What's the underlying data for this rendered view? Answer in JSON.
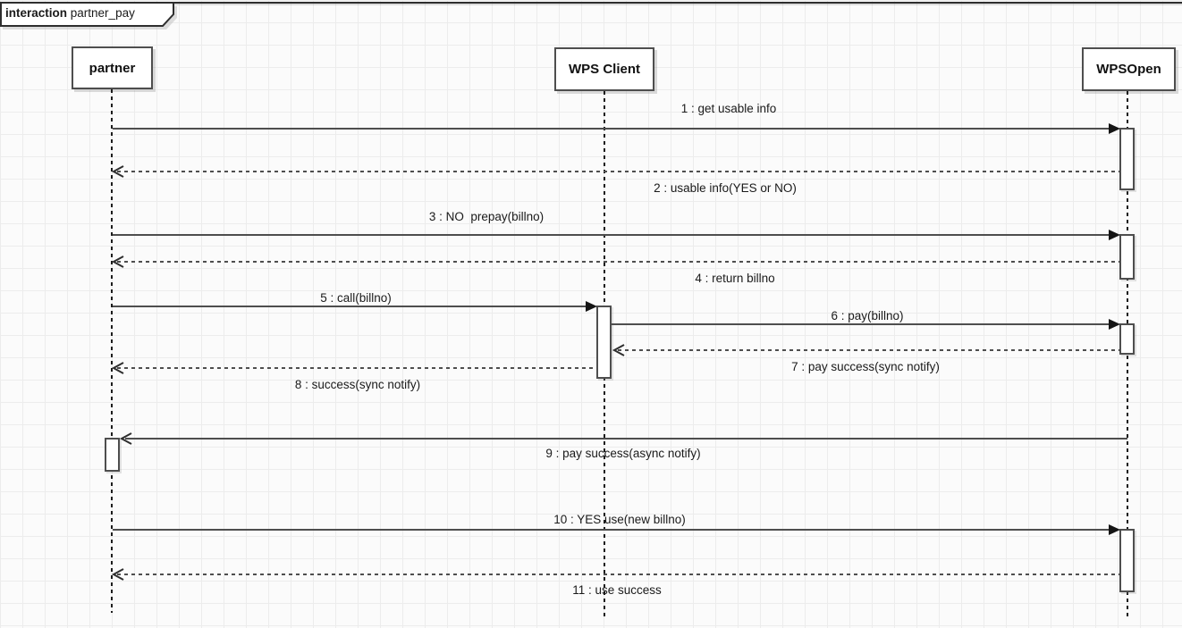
{
  "frame": {
    "keyword": "interaction",
    "name": "partner_pay"
  },
  "lifelines": [
    {
      "name": "partner"
    },
    {
      "name": "WPS Client"
    },
    {
      "name": "WPSOpen"
    }
  ],
  "messages": [
    {
      "label": "1 : get usable info",
      "from": "partner",
      "to": "WPSOpen",
      "type": "sync-call",
      "line": "solid",
      "arrow": "filled"
    },
    {
      "label": "2 : usable info(YES or NO)",
      "from": "WPSOpen",
      "to": "partner",
      "type": "return",
      "line": "dashed",
      "arrow": "open"
    },
    {
      "label": "3 : NO  prepay(billno)",
      "from": "partner",
      "to": "WPSOpen",
      "type": "sync-call",
      "line": "solid",
      "arrow": "filled"
    },
    {
      "label": "4 : return billno",
      "from": "WPSOpen",
      "to": "partner",
      "type": "return",
      "line": "dashed",
      "arrow": "open"
    },
    {
      "label": "5 : call(billno)",
      "from": "partner",
      "to": "WPS Client",
      "type": "sync-call",
      "line": "solid",
      "arrow": "filled"
    },
    {
      "label": "6 : pay(billno)",
      "from": "WPS Client",
      "to": "WPSOpen",
      "type": "sync-call",
      "line": "solid",
      "arrow": "filled"
    },
    {
      "label": "7 : pay success(sync notify)",
      "from": "WPSOpen",
      "to": "WPS Client",
      "type": "return",
      "line": "dashed",
      "arrow": "open"
    },
    {
      "label": "8 : success(sync notify)",
      "from": "WPS Client",
      "to": "partner",
      "type": "return",
      "line": "dashed",
      "arrow": "open"
    },
    {
      "label": "9 : pay success(async notify)",
      "from": "WPSOpen",
      "to": "partner",
      "type": "async-call",
      "line": "solid",
      "arrow": "open"
    },
    {
      "label": "10 : YES use(new billno)",
      "from": "partner",
      "to": "WPSOpen",
      "type": "sync-call",
      "line": "solid",
      "arrow": "filled"
    },
    {
      "label": "11 : use success",
      "from": "WPSOpen",
      "to": "partner",
      "type": "return",
      "line": "dashed",
      "arrow": "open"
    }
  ],
  "colors": {
    "line": "#4e4e4e",
    "arrow": "#151515",
    "grid": "#ececec",
    "background": "#fbfbfb",
    "box_fill": "#ffffff"
  }
}
